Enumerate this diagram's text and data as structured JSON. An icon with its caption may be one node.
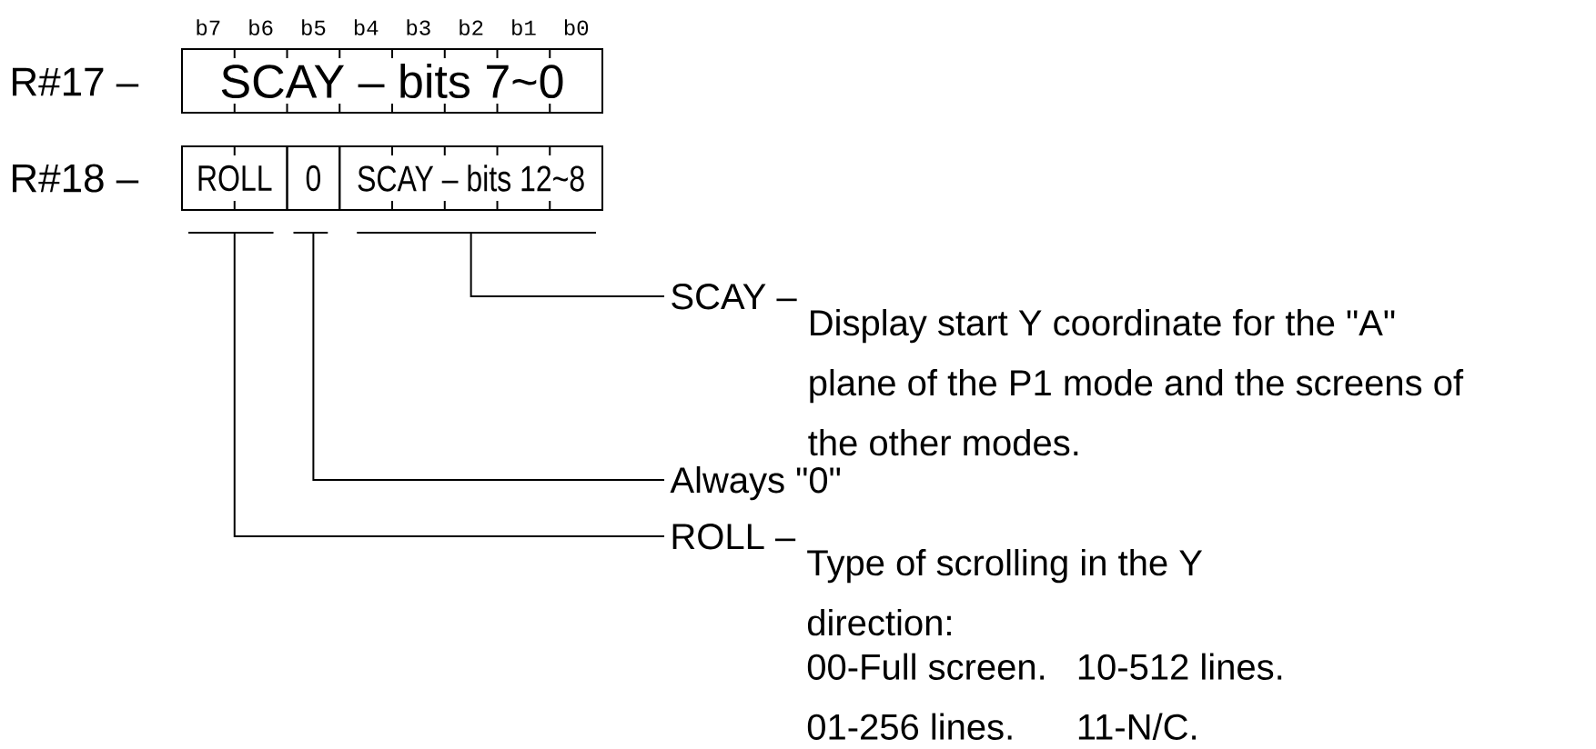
{
  "diagram": {
    "nodes": [
      {
        "text": [
          "SCAY – bits 7~0"
        ]
      },
      {
        "text": [
          "ROLL"
        ]
      },
      {
        "text": [
          "0"
        ]
      },
      {
        "text": [
          "SCAY – bits 12~8"
        ]
      },
      {
        "text": [
          "SCAY –",
          "Display start Y coordinate for the \"A\" plane of the P1 mode and the screens of the other modes."
        ]
      },
      {
        "text": [
          "Always \"0\""
        ]
      },
      {
        "text": [
          "ROLL –",
          "Type of scrolling in the Y direction:",
          "00-Full screen.",
          "10-512 lines.",
          "01-256 lines.",
          "11-N/C."
        ]
      }
    ],
    "edges": [
      {
        "from": 4,
        "to": 3,
        "arrow": "none"
      },
      {
        "from": 5,
        "to": 2,
        "arrow": "none"
      },
      {
        "from": 6,
        "to": 1,
        "arrow": "none"
      }
    ],
    "labels": [
      "b7",
      "b6",
      "b5",
      "b4",
      "b3",
      "b2",
      "b1",
      "b0",
      "R#17 –",
      "R#18 –"
    ]
  }
}
